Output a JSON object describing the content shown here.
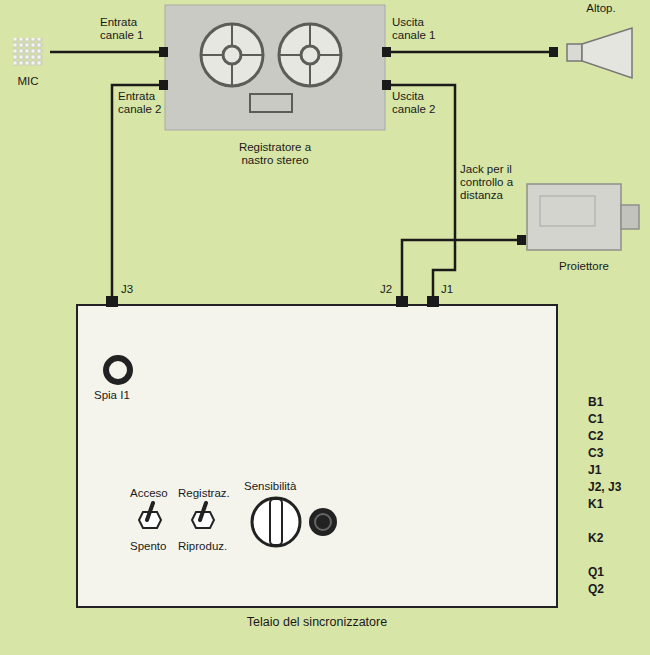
{
  "diagram": {
    "caption": "Telaio del sincronizzatore",
    "nodes": [
      {
        "text": [
          "MIC"
        ]
      },
      {
        "text": [
          "Registratore a nastro stereo"
        ]
      },
      {
        "text": [
          "Altop."
        ]
      },
      {
        "text": [
          "Proiettore"
        ]
      },
      {
        "text": [
          "Telaio del sincronizzatore"
        ]
      }
    ],
    "edges": [
      {
        "from": 0,
        "to": 1,
        "arrow": "none"
      },
      {
        "from": 1,
        "to": 2,
        "arrow": "none"
      },
      {
        "from": 1,
        "to": 4,
        "arrow": "none"
      },
      {
        "from": 4,
        "to": 1,
        "arrow": "none"
      },
      {
        "from": 4,
        "to": 3,
        "arrow": "none"
      }
    ],
    "labels": [
      "Entrata canale 1",
      "Entrata canale 2",
      "Uscita canale 1",
      "Uscita canale 2",
      "Jack per il controllo a distanza",
      "J3",
      "J2",
      "J1",
      "Spia I1",
      "Acceso",
      "Spento",
      "Registraz.",
      "Riproduz.",
      "Sensibilità",
      "B1",
      "C1",
      "C2",
      "C3",
      "J1",
      "J2, J3",
      "K1",
      "K2",
      "Q1",
      "Q2"
    ]
  }
}
